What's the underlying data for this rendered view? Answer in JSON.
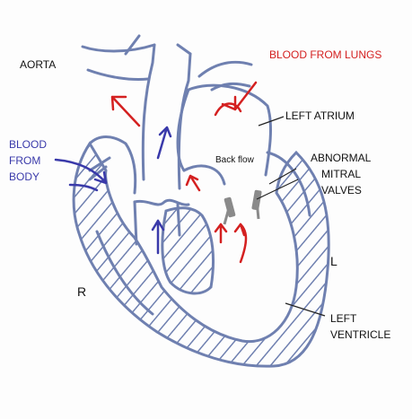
{
  "labels": {
    "aorta": "AORTA",
    "blood_from_lungs": "BLOOD FROM LUNGS",
    "left_atrium": "LEFT ATRIUM",
    "blood_from_body_1": "BLOOD",
    "blood_from_body_2": "FROM",
    "blood_from_body_3": "BODY",
    "back_flow": "Back flow",
    "abnormal_1": "ABNORMAL",
    "abnormal_2": "MITRAL",
    "abnormal_3": "VALVES",
    "left_ventricle_1": "LEFT",
    "left_ventricle_2": "VENTRICLE",
    "right_side": "R",
    "left_side": "L"
  },
  "colors": {
    "outline": "#6f80b0",
    "hatch": "#6f80b0",
    "red_arrow": "#d42020",
    "blue_arrow": "#3a3aaa",
    "valve": "#8a8a8a"
  }
}
